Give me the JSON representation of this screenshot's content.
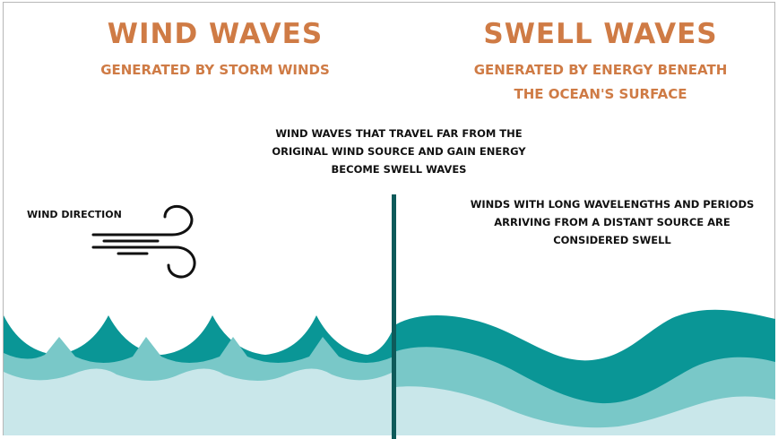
{
  "left": {
    "title": "WIND WAVES",
    "subtitle": "GENERATED BY STORM WINDS",
    "wind_label": "WIND DIRECTION",
    "icon": "wind-icon"
  },
  "right": {
    "title": "SWELL WAVES",
    "subtitle_line1": "GENERATED BY ENERGY BENEATH",
    "subtitle_line2": "THE OCEAN'S SURFACE",
    "note_line1": "WINDS WITH LONG WAVELENGTHS AND PERIODS",
    "note_line2": "ARRIVING FROM A DISTANT SOURCE ARE",
    "note_line3": "CONSIDERED SWELL"
  },
  "center_note": {
    "line1": "WIND WAVES THAT TRAVEL FAR FROM THE",
    "line2": "ORIGINAL WIND SOURCE AND GAIN ENERGY",
    "line3": "BECOME SWELL WAVES"
  },
  "colors": {
    "title": "#cf7b45",
    "dark_teal": "#0a9696",
    "mid_teal": "#79c8c8",
    "light_teal": "#c9e7ea",
    "divider": "#0e5a5a"
  }
}
